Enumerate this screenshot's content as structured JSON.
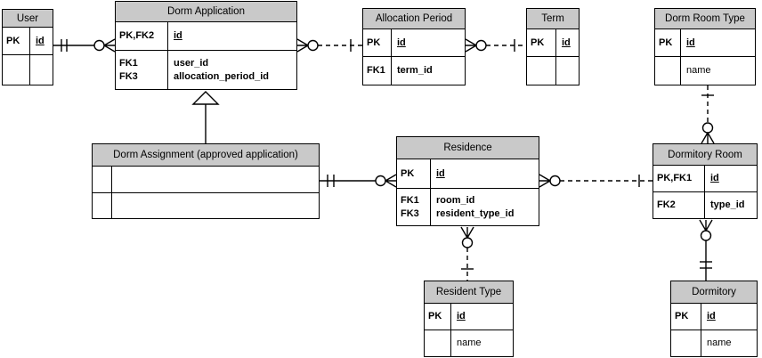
{
  "diagram": {
    "type": "entity-relationship-diagram",
    "notation": "crow-foot",
    "colors": {
      "entity_header_fill": "#c9c9c9",
      "entity_body_fill": "#ffffff",
      "border": "#000000",
      "line": "#000000",
      "background": "#ffffff"
    }
  },
  "entities": {
    "user": {
      "title": "User",
      "pk_key": "PK",
      "pk_attr": "id",
      "row2_key": "",
      "row2_attr": ""
    },
    "dorm_application": {
      "title": "Dorm Application",
      "pk_key": "PK,FK2",
      "pk_attr": "id",
      "fk1_key": "FK1",
      "fk1_attr": "user_id",
      "fk2_key": "FK3",
      "fk2_attr": "allocation_period_id"
    },
    "allocation_period": {
      "title": "Allocation Period",
      "pk_key": "PK",
      "pk_attr": "id",
      "row2_key": "FK1",
      "row2_attr": "term_id"
    },
    "term": {
      "title": "Term",
      "pk_key": "PK",
      "pk_attr": "id",
      "row2_key": "",
      "row2_attr": ""
    },
    "dorm_room_type": {
      "title": "Dorm Room Type",
      "pk_key": "PK",
      "pk_attr": "id",
      "row2_key": "",
      "row2_attr": "name"
    },
    "dorm_assignment": {
      "title": "Dorm Assignment (approved application)",
      "row1_key": "",
      "row1_attr": "",
      "row2_key": "",
      "row2_attr": ""
    },
    "residence": {
      "title": "Residence",
      "pk_key": "PK",
      "pk_attr": "id",
      "fk1_key": "FK1",
      "fk1_attr": "room_id",
      "fk2_key": "FK3",
      "fk2_attr": "resident_type_id"
    },
    "dormitory_room": {
      "title": "Dormitory Room",
      "pk_key": "PK,FK1",
      "pk_attr": "id",
      "row2_key": "FK2",
      "row2_attr": "type_id"
    },
    "resident_type": {
      "title": "Resident Type",
      "pk_key": "PK",
      "pk_attr": "id",
      "row2_key": "",
      "row2_attr": "name"
    },
    "dormitory": {
      "title": "Dormitory",
      "pk_key": "PK",
      "pk_attr": "id",
      "row2_key": "",
      "row2_attr": "name"
    }
  },
  "relationships": [
    {
      "from": "User",
      "to": "Dorm Application",
      "from_cardinality": "exactly-one",
      "to_cardinality": "zero-or-many",
      "line": "solid"
    },
    {
      "from": "Allocation Period",
      "to": "Dorm Application",
      "from_cardinality": "one",
      "to_cardinality": "zero-or-many",
      "line": "dashed"
    },
    {
      "from": "Term",
      "to": "Allocation Period",
      "from_cardinality": "one",
      "to_cardinality": "zero-or-many",
      "line": "dashed"
    },
    {
      "from": "Dorm Application",
      "to": "Dorm Assignment (approved application)",
      "type": "subtype-inheritance-triangle"
    },
    {
      "from": "Dorm Assignment (approved application)",
      "to": "Residence",
      "from_cardinality": "exactly-one",
      "to_cardinality": "zero-or-many",
      "line": "solid"
    },
    {
      "from": "Dormitory Room",
      "to": "Residence",
      "from_cardinality": "one",
      "to_cardinality": "zero-or-many",
      "line": "dashed"
    },
    {
      "from": "Dorm Room Type",
      "to": "Dormitory Room",
      "from_cardinality": "one",
      "to_cardinality": "zero-or-many",
      "line": "dashed"
    },
    {
      "from": "Resident Type",
      "to": "Residence",
      "from_cardinality": "one",
      "to_cardinality": "zero-or-many",
      "line": "dashed"
    },
    {
      "from": "Dormitory",
      "to": "Dormitory Room",
      "from_cardinality": "exactly-one",
      "to_cardinality": "zero-or-many",
      "line": "solid"
    }
  ]
}
